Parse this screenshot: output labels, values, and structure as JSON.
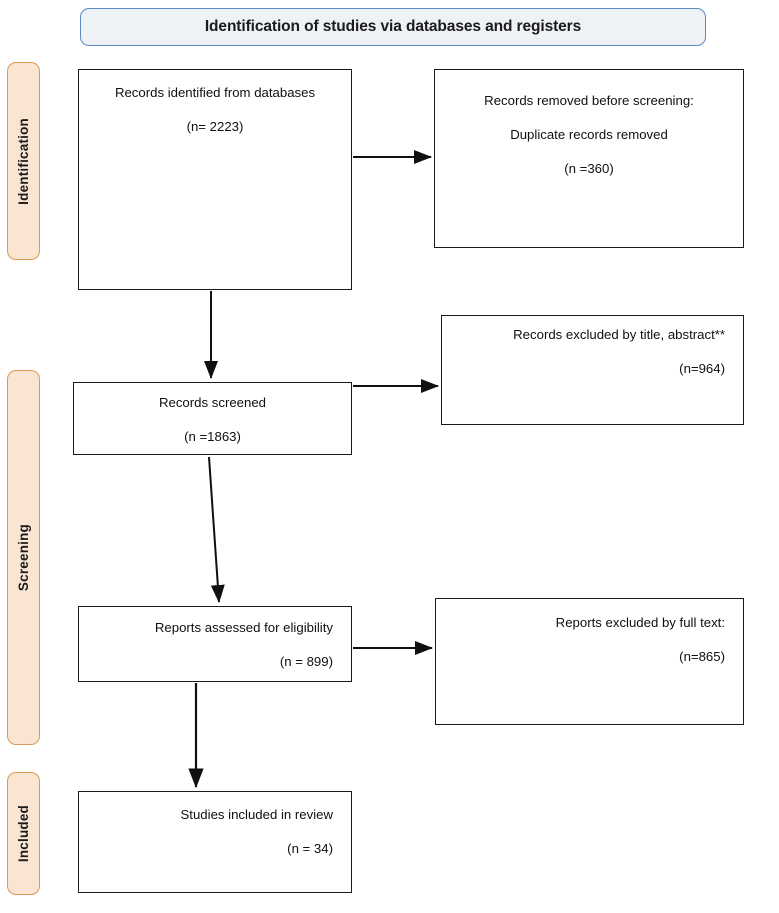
{
  "header": {
    "title": "Identification of studies via databases and registers"
  },
  "stages": [
    {
      "id": "identification",
      "label": "Identification"
    },
    {
      "id": "screening",
      "label": "Screening"
    },
    {
      "id": "included",
      "label": "Included"
    }
  ],
  "boxes": {
    "identified": {
      "name": "records-identified-box",
      "lines": [
        "Records identified from databases",
        "(n= 2223)"
      ]
    },
    "removed": {
      "name": "records-removed-box",
      "lines": [
        "Records removed before screening:",
        "Duplicate records removed",
        "(n =360)"
      ]
    },
    "screened": {
      "name": "records-screened-box",
      "lines": [
        "Records screened",
        "(n =1863)"
      ]
    },
    "excluded_title": {
      "name": "records-excluded-title-abstract-box",
      "lines": [
        "Records excluded by title, abstract**",
        "(n=964)"
      ]
    },
    "eligibility": {
      "name": "reports-assessed-eligibility-box",
      "lines": [
        "Reports assessed for eligibility",
        "(n = 899)"
      ]
    },
    "excluded_full": {
      "name": "reports-excluded-full-text-box",
      "lines": [
        "Reports excluded by full text:",
        "(n=865)"
      ]
    },
    "included": {
      "name": "studies-included-box",
      "lines": [
        "Studies included in review",
        "(n = 34)"
      ]
    }
  },
  "colors": {
    "header_fill": "#eef1f5",
    "header_border": "#5b8bc4",
    "stage_fill": "#fae5d3",
    "stage_border": "#de9855",
    "box_border": "#1a1a1a",
    "box_fill": "#ffffff",
    "connector": "#101010"
  },
  "chart_data": {
    "type": "diagram",
    "diagram_kind": "PRISMA 2020 flow diagram",
    "title": "Identification of studies via databases and registers",
    "stages": [
      "Identification",
      "Screening",
      "Included"
    ],
    "nodes": [
      {
        "id": "identified",
        "stage": "Identification",
        "label": "Records identified from databases",
        "n": 2223
      },
      {
        "id": "removed",
        "stage": "Identification",
        "label": "Records removed before screening: Duplicate records removed",
        "n": 360
      },
      {
        "id": "screened",
        "stage": "Screening",
        "label": "Records screened",
        "n": 1863
      },
      {
        "id": "excluded_title",
        "stage": "Screening",
        "label": "Records excluded by title, abstract**",
        "n": 964
      },
      {
        "id": "eligibility",
        "stage": "Screening",
        "label": "Reports assessed for eligibility",
        "n": 899
      },
      {
        "id": "excluded_full",
        "stage": "Screening",
        "label": "Reports excluded by full text:",
        "n": 865
      },
      {
        "id": "included",
        "stage": "Included",
        "label": "Studies included in review",
        "n": 34
      }
    ],
    "edges": [
      {
        "from": "identified",
        "to": "removed",
        "direction": "right"
      },
      {
        "from": "identified",
        "to": "screened",
        "direction": "down"
      },
      {
        "from": "screened",
        "to": "excluded_title",
        "direction": "right"
      },
      {
        "from": "screened",
        "to": "eligibility",
        "direction": "down"
      },
      {
        "from": "eligibility",
        "to": "excluded_full",
        "direction": "right"
      },
      {
        "from": "eligibility",
        "to": "included",
        "direction": "down"
      }
    ]
  }
}
